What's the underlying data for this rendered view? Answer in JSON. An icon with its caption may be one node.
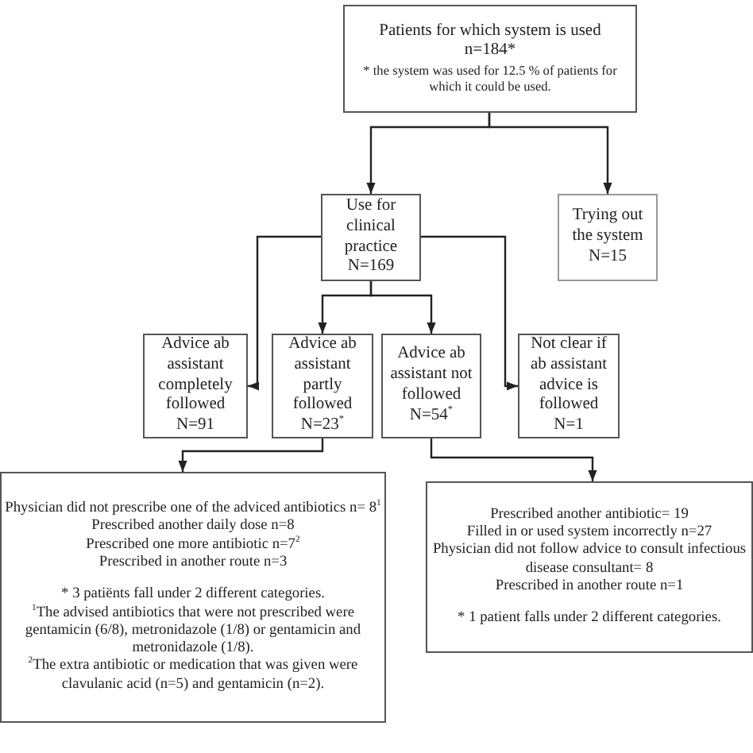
{
  "diagram": {
    "nodes": [
      {
        "text": [
          "Patients for which system is used n=184*",
          "* the system was used for 12.5 % of patients for which it could be used."
        ]
      },
      {
        "text": [
          "Use for clinical practice N=169"
        ]
      },
      {
        "text": [
          "Trying out the system N=15"
        ]
      },
      {
        "text": [
          "Advice ab assistant completely followed N=91"
        ]
      },
      {
        "text": [
          "Advice ab assistant partly followed N=23$^{*}$"
        ]
      },
      {
        "text": [
          "Advice ab assistant not followed N=54$^{*}$"
        ]
      },
      {
        "text": [
          "Not clear if ab assistant advice is followed N=1"
        ]
      },
      {
        "text": [
          "Physician did not prescribe one of the adviced antibiotics n= 8$^{1}$",
          "Prescribed another daily dose n=8",
          "Prescribed one more antibiotic n=7$^{2}$",
          "Prescribed in another route n=3",
          "* 3 patiënts fall under 2 different categories.",
          "$^{1}$The advised antibiotics that were not prescribed were gentamicin (6/8), metronidazole (1/8) or gentamicin and metronidazole (1/8).",
          "$^{2}$The extra antibiotic or medication that was given were clavulanic acid (n=5) and gentamicin (n=2)."
        ]
      },
      {
        "text": [
          "Prescribed another antibiotic= 19",
          "Filled in or used system incorrectly n=27",
          "Physician did not follow advice to consult infectious disease consultant= 8",
          "Prescribed in another route n=1",
          "* 1 patient falls under 2 different categories."
        ]
      }
    ],
    "edges": [
      {
        "from": 0,
        "to": 1,
        "arrow": "to"
      },
      {
        "from": 0,
        "to": 2,
        "arrow": "to"
      },
      {
        "from": 1,
        "to": 3,
        "arrow": "to"
      },
      {
        "from": 1,
        "to": 4,
        "arrow": "to"
      },
      {
        "from": 1,
        "to": 5,
        "arrow": "to"
      },
      {
        "from": 1,
        "to": 6,
        "arrow": "to"
      },
      {
        "from": 4,
        "to": 7,
        "arrow": "to"
      },
      {
        "from": 5,
        "to": 8,
        "arrow": "to"
      }
    ]
  }
}
